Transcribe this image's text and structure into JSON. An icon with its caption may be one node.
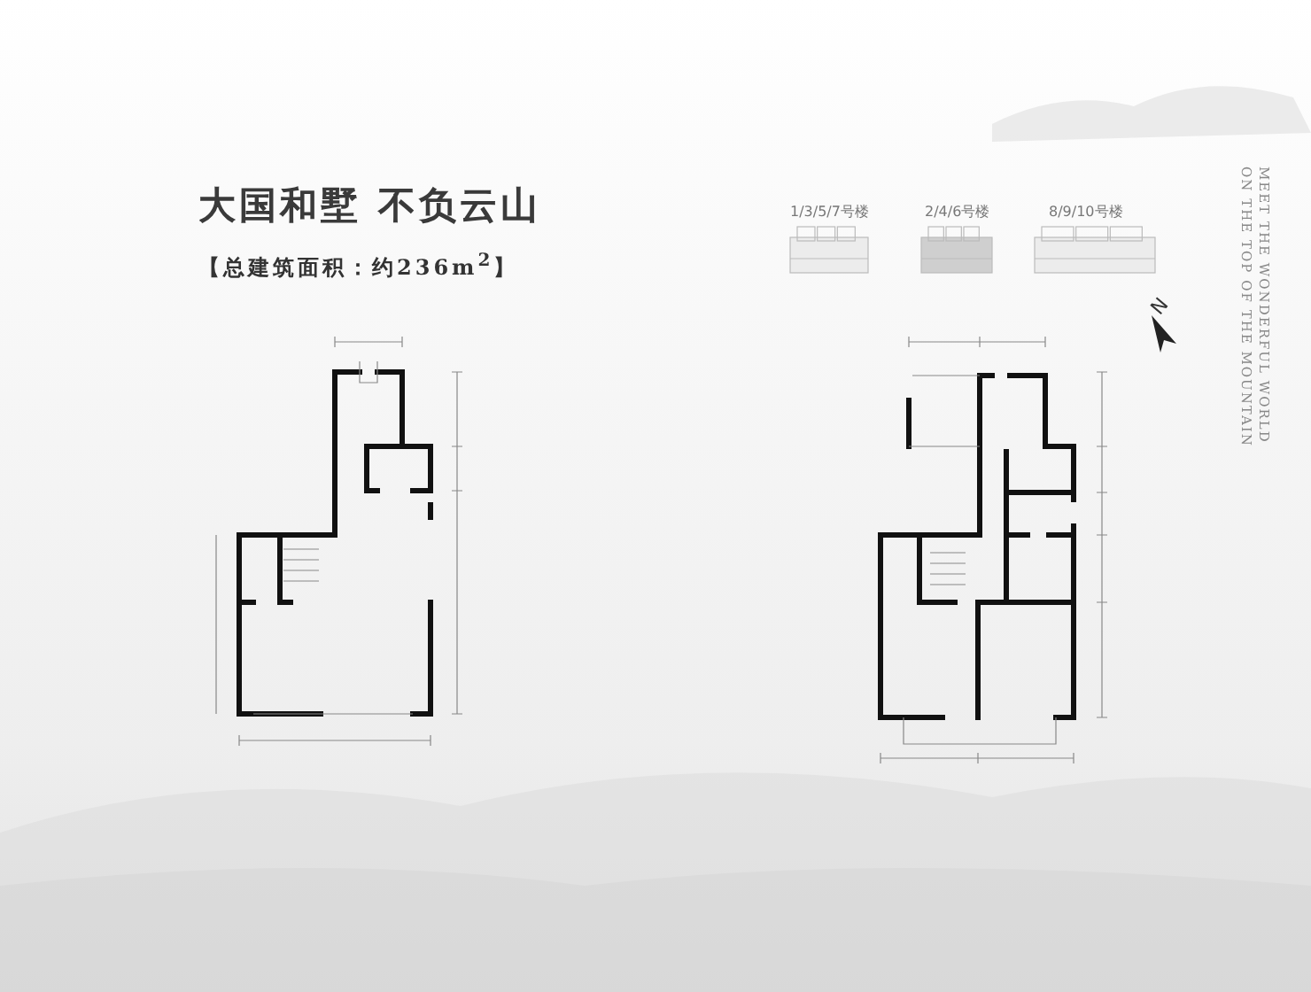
{
  "diagram": {
    "title": "大国和墅 不负云山",
    "labels": [
      "【总建筑面积：约236m$^{2}$】",
      "1/3/5/7号楼",
      "2/4/6号楼",
      "8/9/10号楼",
      "N",
      "MEET THE WONDERFUL WORLD",
      "ON THE TOP OF THE MOUNTAIN"
    ]
  }
}
